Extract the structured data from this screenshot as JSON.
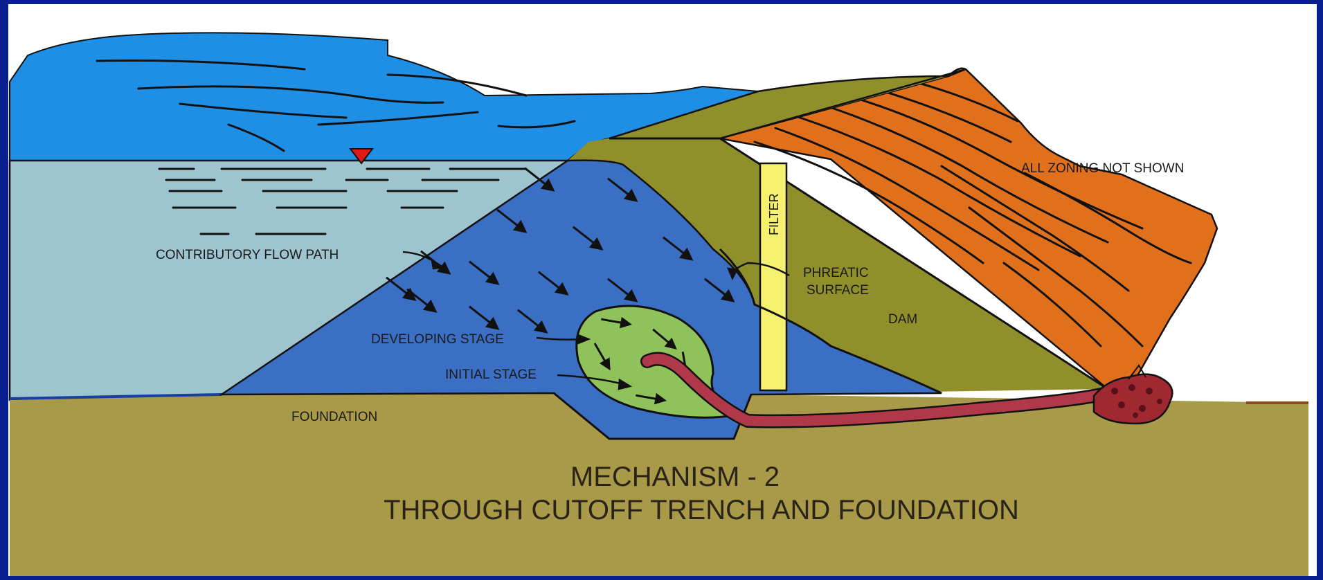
{
  "title": {
    "line1": "MECHANISM - 2",
    "line2": "THROUGH CUTOFF TRENCH AND FOUNDATION"
  },
  "labels": {
    "zoning_note": "ALL ZONING NOT SHOWN",
    "filter": "FILTER",
    "contributory_flow_path": "CONTRIBUTORY FLOW PATH",
    "phreatic_line1": "PHREATIC",
    "phreatic_line2": "SURFACE",
    "dam": "DAM",
    "developing_stage": "DEVELOPING STAGE",
    "initial_stage": "INITIAL STAGE",
    "foundation": "FOUNDATION"
  },
  "colors": {
    "frame": "#0a1f8f",
    "sky": "#ffffff",
    "sky_water": "#1f8fe6",
    "reservoir": "#9ec4cf",
    "saturated_zone": "#3a6fc4",
    "dam_core": "#8f8f2c",
    "shell": "#e0701c",
    "filter": "#f5f070",
    "foundation": "#a89a48",
    "developing_zone": "#8fc25a",
    "erosion_pipe": "#b03848",
    "water_level_marker": "#e01818"
  },
  "icons": {
    "water_level": "red-inverted-triangle"
  }
}
